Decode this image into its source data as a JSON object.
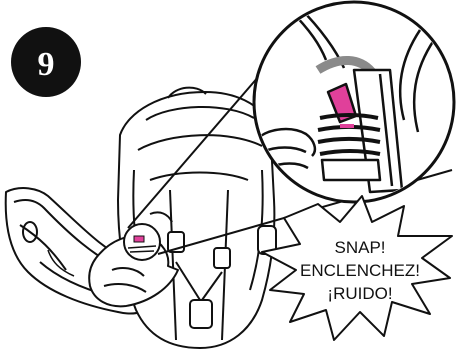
{
  "step": {
    "number": "9"
  },
  "callout": {
    "line1": "SNAP!",
    "line2": "ENCLENCHEZ!",
    "line3": "¡RUIDO!"
  },
  "colors": {
    "ink": "#111111",
    "paper": "#ffffff",
    "latch_accent": "#e0409a",
    "grey_bar": "#8a8a8a"
  },
  "icons": {
    "step_badge": "black-circle",
    "callout": "starburst",
    "zoom": "magnifier-circle",
    "hand": "hand-pushing-latch"
  }
}
